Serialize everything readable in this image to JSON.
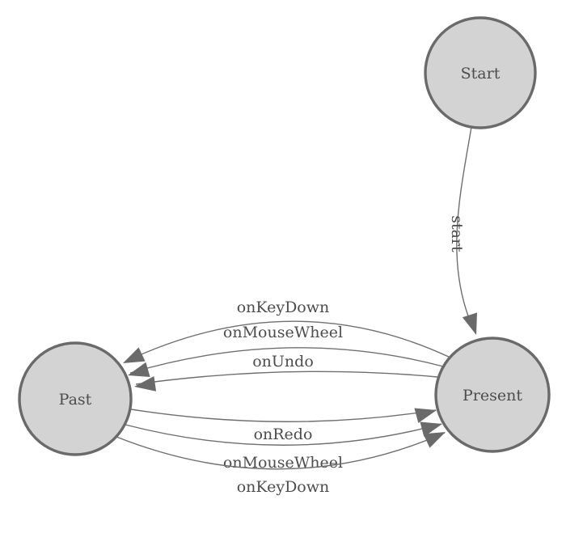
{
  "diagram": {
    "type": "state-machine",
    "background": "#ffffff",
    "colors": {
      "node_fill": "#d3d3d3",
      "node_stroke": "#6a6a6a",
      "edge_stroke": "#6f6f6f",
      "arrow_fill": "#6a6a6a",
      "label_color": "#4d4d4d"
    },
    "nodes": [
      {
        "id": "start",
        "label": "Start"
      },
      {
        "id": "past",
        "label": "Past"
      },
      {
        "id": "present",
        "label": "Present"
      }
    ],
    "edges": [
      {
        "from": "Start",
        "to": "Present",
        "label": "start"
      },
      {
        "from": "Present",
        "to": "Past",
        "label": "onKeyDown"
      },
      {
        "from": "Present",
        "to": "Past",
        "label": "onMouseWheel"
      },
      {
        "from": "Present",
        "to": "Past",
        "label": "onUndo"
      },
      {
        "from": "Past",
        "to": "Present",
        "label": "onRedo"
      },
      {
        "from": "Past",
        "to": "Present",
        "label": "onMouseWheel"
      },
      {
        "from": "Past",
        "to": "Present",
        "label": "onKeyDown"
      }
    ]
  }
}
